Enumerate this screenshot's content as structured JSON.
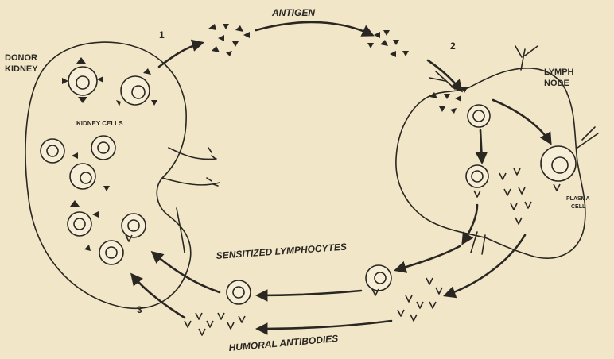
{
  "colors": {
    "background": "#f1e7c8",
    "ink": "#2a2622"
  },
  "labels": {
    "donor_line1": "DONOR",
    "donor_line2": "KIDNEY",
    "kidney_cells": "KIDNEY CELLS",
    "antigen": "ANTIGEN",
    "lymph_line1": "LYMPH",
    "lymph_line2": "NODE",
    "plasma_line1": "PLASMA",
    "plasma_line2": "CELL",
    "sensitized": "SENSITIZED LYMPHOCYTES",
    "humoral": "HUMORAL ANTIBODIES",
    "step1": "1",
    "step2": "2",
    "step3": "3"
  }
}
